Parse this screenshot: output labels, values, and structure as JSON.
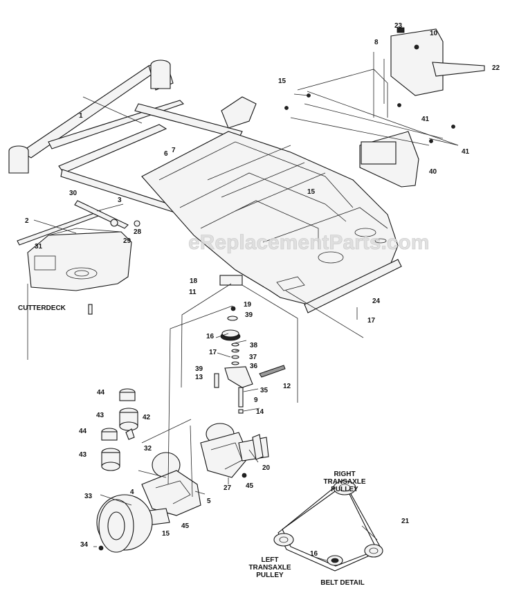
{
  "watermark": "eReplacementParts.com",
  "captions": {
    "cutterdeck": "CUTTERDECK",
    "right_pulley": [
      "RIGHT",
      "TRANSAXLE",
      "PULLEY"
    ],
    "left_pulley": [
      "LEFT",
      "TRANSAXLE",
      "PULLEY"
    ],
    "belt_detail": "BELT DETAIL"
  },
  "part_numbers": [
    "1",
    "2",
    "3",
    "4",
    "5",
    "6",
    "7",
    "8",
    "9",
    "10",
    "11",
    "12",
    "13",
    "14",
    "15",
    "15",
    "15",
    "16",
    "16",
    "17",
    "17",
    "18",
    "19",
    "20",
    "21",
    "22",
    "23",
    "24",
    "27",
    "28",
    "29",
    "30",
    "31",
    "32",
    "33",
    "34",
    "35",
    "36",
    "37",
    "38",
    "39",
    "39",
    "40",
    "41",
    "41",
    "42",
    "43",
    "43",
    "44",
    "44",
    "45",
    "45"
  ]
}
